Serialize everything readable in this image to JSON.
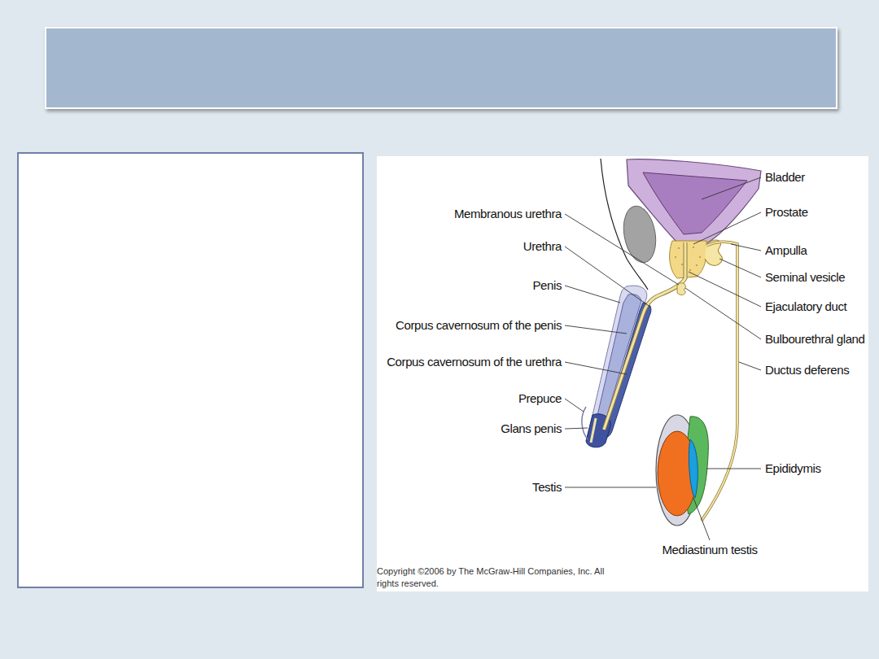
{
  "diagram": {
    "labels": [
      "Bladder",
      "Membranous urethra",
      "Prostate",
      "Urethra",
      "Ampulla",
      "Seminal vesicle",
      "Penis",
      "Ejaculatory duct",
      "Corpus cavernosum of the penis",
      "Bulbourethral gland",
      "Corpus cavernosum of the urethra",
      "Ductus deferens",
      "Prepuce",
      "Glans penis",
      "Epididymis",
      "Testis",
      "Mediastinum testis",
      "Copyright ©2006 by The McGraw-Hill Companies, Inc. All rights reserved."
    ]
  }
}
